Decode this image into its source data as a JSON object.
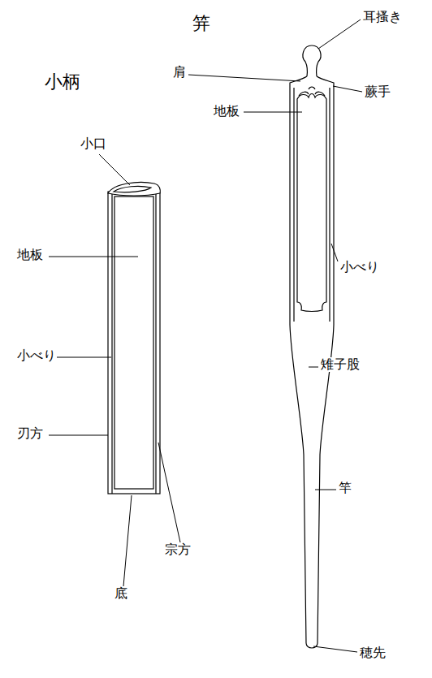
{
  "diagram": {
    "labels": [
      "笄",
      "小柄",
      "耳搔き",
      "肩",
      "蕨手",
      "地板",
      "小口",
      "地板",
      "小べり",
      "小べり",
      "雉子股",
      "刃方",
      "竿",
      "宗方",
      "底",
      "穂先"
    ]
  }
}
